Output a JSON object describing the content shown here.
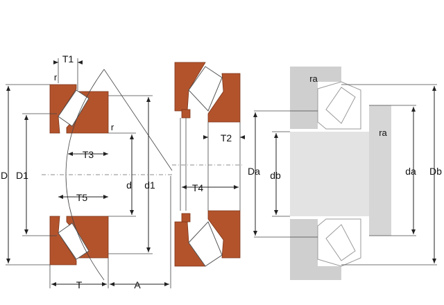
{
  "colors": {
    "ring": "#b3532c",
    "housing": "#cfcfcf",
    "shaft": "#e3e3e3"
  },
  "labels": {
    "T1": "T1",
    "r_top": "r",
    "r_mid": "r",
    "D": "D",
    "D1": "D1",
    "T3": "T3",
    "T5": "T5",
    "d": "d",
    "d1": "d1",
    "T": "T",
    "A": "A",
    "T2": "T2",
    "T4": "T4",
    "ra_top": "ra",
    "ra_right": "ra",
    "Da": "Da",
    "db": "db",
    "da": "da",
    "Db": "Db"
  }
}
